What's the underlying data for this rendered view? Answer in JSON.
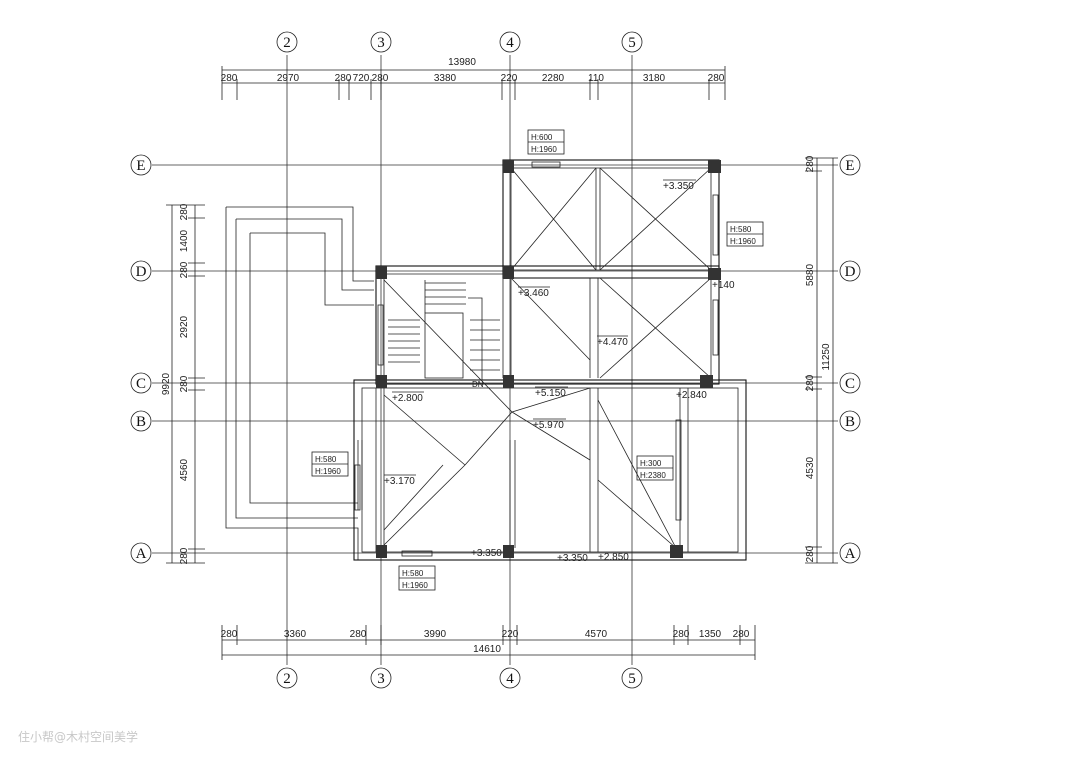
{
  "axes_vertical": [
    "2",
    "3",
    "4",
    "5"
  ],
  "axes_horizontal": [
    "E",
    "D",
    "C",
    "B",
    "A"
  ],
  "top_overall": "13980",
  "top_dims": [
    "280",
    "2970",
    "280",
    "720",
    "280",
    "3380",
    "220",
    "2280",
    "110",
    "3180",
    "280"
  ],
  "bottom_overall": "14610",
  "bottom_dims": [
    "280",
    "3360",
    "280",
    "3990",
    "220",
    "4570",
    "280",
    "1350",
    "280"
  ],
  "left_overall": "9920",
  "left_dims": [
    "280",
    "1400",
    "280",
    "2920",
    "280",
    "4560",
    "280"
  ],
  "right_overall": "11250",
  "right_dims": [
    "280",
    "5880",
    "280",
    "4530",
    "280"
  ],
  "elevations": [
    "+3.350",
    "+3.460",
    "+4.470",
    "+140",
    "+2.800",
    "+5.150",
    "+5.970",
    "+2.840",
    "+3.170",
    "+3.350",
    "+3.350",
    "+2.850"
  ],
  "openings": [
    {
      "l1": "H:600",
      "l2": "H:1960"
    },
    {
      "l1": "H:580",
      "l2": "H:1960"
    },
    {
      "l1": "H:580",
      "l2": "H:1960"
    },
    {
      "l1": "H:300",
      "l2": "H:2380"
    },
    {
      "l1": "H:580",
      "l2": "H:1960"
    }
  ],
  "stair_note": "DN",
  "watermark": "住小帮@木村空间美学"
}
